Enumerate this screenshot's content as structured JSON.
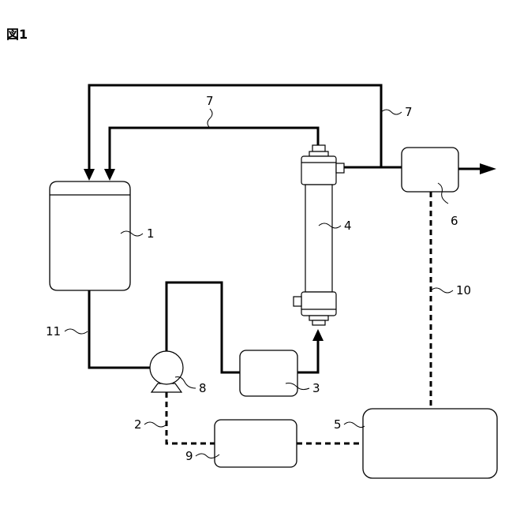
{
  "figure": {
    "title": "図1"
  },
  "labels": {
    "tank": "1",
    "signal_line_pump_control": "2",
    "component_3": "3",
    "membrane_module": "4",
    "controller": "5",
    "component_6": "6",
    "return_line_top": "7",
    "return_line_inner": "7",
    "pump": "8",
    "component_9": "9",
    "signal_line_10": "10",
    "supply_line": "11"
  }
}
